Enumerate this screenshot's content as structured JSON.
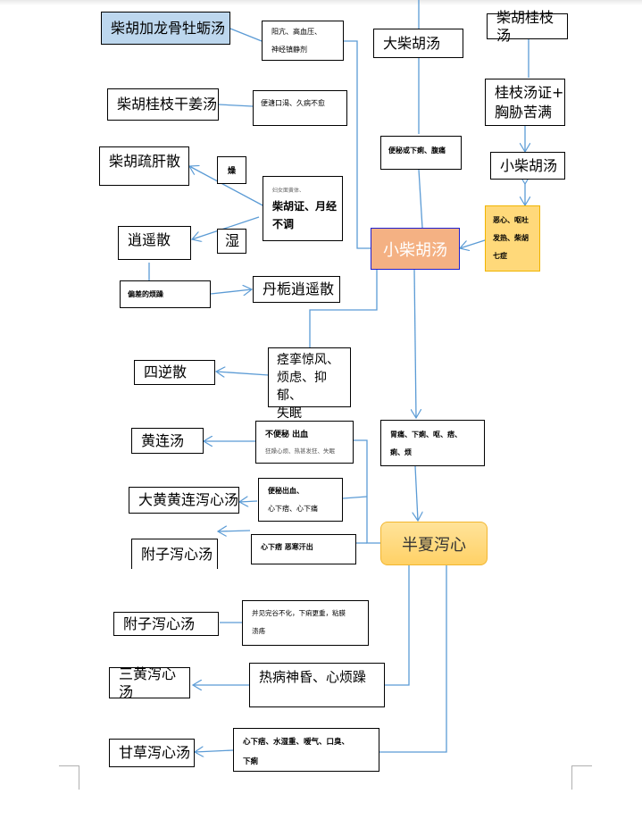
{
  "diagram": {
    "nodes": {
      "chaihu_longgu": "柴胡加龙骨牡蛎汤",
      "chaihu_longgu_note_1": "阳亢、高血压、",
      "chaihu_longgu_note_2": "神经镇静剂",
      "da_chaihu": "大柴胡汤",
      "chaihu_guizhi": "柴胡桂枝汤",
      "guizhi_sym_1": "桂枝汤证+",
      "guizhi_sym_2": "胸胁苦满",
      "chaihu_guizhi_ganjiang": "柴胡桂枝干姜汤",
      "ganjiang_note": "便溏口渴、久病不愈",
      "xiao_chaihu_upper": "小柴胡汤",
      "dachaihu_note": "便秘或下痢、腹痛",
      "chaihu_shugan": "柴胡疏肝散",
      "zao": "燥",
      "shi": "湿",
      "women_note_small": "妇女面黄体、",
      "women_note_1": "柴胡证、月经",
      "women_note_2": "不调",
      "xiaoyao": "逍遥散",
      "xiaoyao_note": "偏差的烦躁",
      "danzhi_xiaoyao": "丹栀逍遥散",
      "xiao_chaihu_center": "小柴胡汤",
      "seven_sym_1": "恶心、呕吐",
      "seven_sym_2": "发热、柴胡",
      "seven_sym_3": "七症",
      "sini_note_1": "痉挛惊风、",
      "sini_note_2": "烦虑、抑郁、",
      "sini_note_3": "失眠",
      "sini": "四逆散",
      "huanglian": "黄连汤",
      "huanglian_note_1": "不便秘 出血",
      "huanglian_note_2": "狂躁心烦、热甚发狂、失眠",
      "dahuang_huanglian": "大黄黄连泻心汤",
      "dahuang_note_1": "便秘出血、",
      "dahuang_note_2": "心下痞、心下痛",
      "fuzi_upper": "附子泻心汤",
      "fuzi_upper_note": "心下痞 恶寒汗出",
      "banxia_sym_1": "胃痛、下痢、呕、痞、",
      "banxia_sym_2": "痢、烦",
      "banxia": "半夏泻心",
      "fuzi_lower": "附子泻心汤",
      "fuzi_lower_note_1": "并见完谷不化，下痢更重，粘膜",
      "fuzi_lower_note_2": "溃疡",
      "sanhuang": "三黄泻心汤",
      "sanhuang_note": "热病神昏、心烦躁",
      "gancao": "甘草泻心汤",
      "gancao_note_1": "心下痞、水湿重、嗳气、口臭、",
      "gancao_note_2": "下痢"
    },
    "colors": {
      "connector": "#5b9bd5",
      "center_fill": "#f4b183",
      "center_border": "#1f1fd0",
      "yellow_fill": "#ffd97a",
      "banxia_fill": "#ffd166",
      "title_fill": "#bdd7ee"
    }
  }
}
